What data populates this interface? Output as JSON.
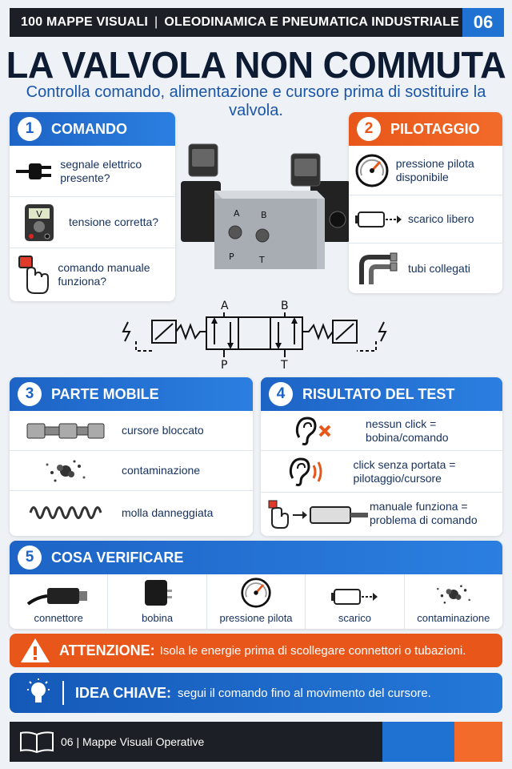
{
  "header": {
    "series": "100 MAPPE VISUALI",
    "topic": "OLEODINAMICA E PNEUMATICA INDUSTRIALE",
    "number": "06"
  },
  "title": "LA VALVOLA NON COMMUTA",
  "subtitle": "Controlla comando, alimentazione e cursore prima di sostituire la valvola.",
  "valve": {
    "port_a": "A",
    "port_b": "B",
    "port_p": "P",
    "port_t": "T"
  },
  "section1": {
    "num": "1",
    "title": "COMANDO",
    "items": [
      {
        "icon": "plug-icon",
        "label": "segnale elettrico presente?"
      },
      {
        "icon": "multimeter-icon",
        "label": "tensione corretta?"
      },
      {
        "icon": "manual-button-icon",
        "label": "comando manuale funziona?"
      }
    ]
  },
  "section2": {
    "num": "2",
    "title": "PILOTAGGIO",
    "items": [
      {
        "icon": "pressure-gauge-icon",
        "label": "pressione pilota disponibile"
      },
      {
        "icon": "exhaust-icon",
        "label": "scarico libero"
      },
      {
        "icon": "tubes-icon",
        "label": "tubi collegati"
      }
    ]
  },
  "section3": {
    "num": "3",
    "title": "PARTE MOBILE",
    "items": [
      {
        "icon": "spool-icon",
        "label": "cursore bloccato"
      },
      {
        "icon": "contamination-icon",
        "label": "contaminazione"
      },
      {
        "icon": "spring-icon",
        "label": "molla danneggiata"
      }
    ]
  },
  "section4": {
    "num": "4",
    "title": "RISULTATO DEL TEST",
    "items": [
      {
        "icon": "ear-cross-icon",
        "label": "nessun click = bobina/comando"
      },
      {
        "icon": "ear-sound-icon",
        "label": "click senza portata = pilotaggio/cursore"
      },
      {
        "icon": "manual-cylinder-icon",
        "label": "manuale funziona = problema di comando"
      }
    ]
  },
  "section5": {
    "num": "5",
    "title": "COSA VERIFICARE",
    "items": [
      {
        "icon": "connector-icon",
        "label": "connettore"
      },
      {
        "icon": "coil-icon",
        "label": "bobina"
      },
      {
        "icon": "gauge-icon",
        "label": "pressione pilota"
      },
      {
        "icon": "exhaust-icon",
        "label": "scarico"
      },
      {
        "icon": "contamination-icon",
        "label": "contaminazione"
      }
    ]
  },
  "warning": {
    "label": "ATTENZIONE:",
    "text": "Isola le energie prima di scollegare connettori o tubazioni."
  },
  "idea": {
    "label": "IDEA CHIAVE:",
    "text": "segui il comando fino al movimento del cursore."
  },
  "footer": {
    "text": "06 | Mappe Visuali Operative"
  },
  "colors": {
    "blue": "#1f72d1",
    "orange": "#e8561a",
    "dark": "#1c1f26"
  }
}
